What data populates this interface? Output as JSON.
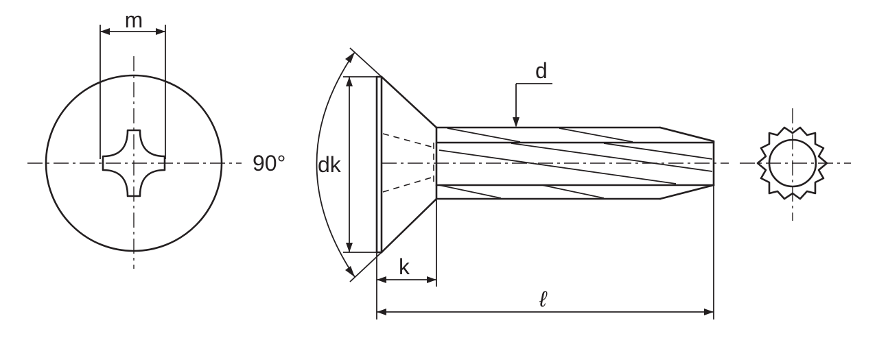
{
  "labels": {
    "m": "m",
    "d": "d",
    "angle": "90°",
    "dk": "dk",
    "k": "k",
    "length": "ℓ"
  }
}
